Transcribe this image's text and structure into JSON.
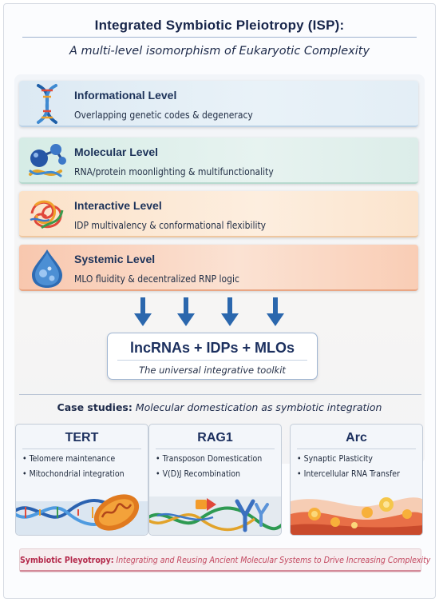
{
  "title": "Integrated Symbiotic Pleiotropy (ISP):",
  "subtitle": "A multi-level isomorphism of Eukaryotic Complexity",
  "levels": [
    {
      "name": "Informational Level",
      "desc": "Overlapping genetic codes & degeneracy",
      "icon": "dna-helix-icon"
    },
    {
      "name": "Molecular Level",
      "desc": "RNA/protein moonlighting & multifunctionality",
      "icon": "molecule-icon"
    },
    {
      "name": "Interactive Level",
      "desc": "IDP multivalency & conformational flexibility",
      "icon": "protein-tangle-icon"
    },
    {
      "name": "Systemic Level",
      "desc": "MLO fluidity & decentralized RNP logic",
      "icon": "droplet-icon"
    }
  ],
  "toolkit": {
    "main": "lncRNAs + IDPs + MLOs",
    "sub": "The universal integrative toolkit"
  },
  "case_studies": {
    "label": "Case studies:",
    "desc": "Molecular domestication as symbiotic integration",
    "items": [
      {
        "title": "TERT",
        "points": [
          "Telomere maintenance",
          "Mitochondrial integration"
        ]
      },
      {
        "title": "RAG1",
        "points": [
          "Transposon Domestication",
          "V(D)J Recombination"
        ]
      },
      {
        "title": "Arc",
        "points": [
          "Synaptic Plasticity",
          "Intercellular RNA Transfer"
        ]
      }
    ]
  },
  "footer": {
    "label": "Symbiotic Pleyotropy:",
    "text": "Integrating and Reusing Ancient Molecular Systems to Drive Increasing Complexity"
  },
  "colors": {
    "navy": "#17254a",
    "arrow_blue": "#2b67ad",
    "footer_red": "#b3284a"
  }
}
